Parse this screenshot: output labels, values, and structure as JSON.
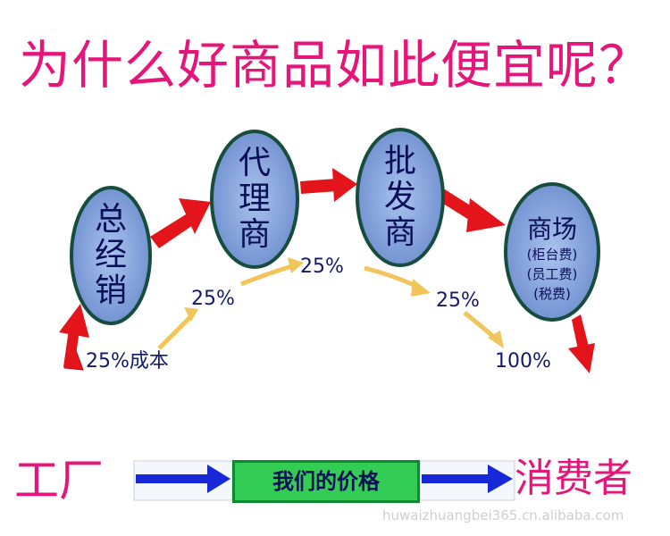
{
  "title": "为什么好商品如此便宜呢？",
  "nodes": {
    "general_distributor": {
      "lines": [
        "总",
        "经",
        "销"
      ]
    },
    "agent": {
      "lines": [
        "代",
        "理",
        "商"
      ]
    },
    "wholesaler": {
      "lines": [
        "批",
        "发",
        "商"
      ]
    },
    "mall": {
      "title": "商场",
      "lines": [
        "(柜台费)",
        "(员工费)",
        "(税费)"
      ]
    }
  },
  "percentages": {
    "cost": "25%成本",
    "to_agent": "25%",
    "to_wholesaler": "25%",
    "to_mall": "25%",
    "total": "100%"
  },
  "bottom": {
    "factory": "工厂",
    "our_price": "我们的价格",
    "consumer": "消费者"
  },
  "watermark": "huwaizhuangbei365.cn.alibaba.com",
  "colors": {
    "title": "#e6157a",
    "node_fill": "#7c9ed8",
    "node_border": "#164d3c",
    "red_arrow": "#e3151b",
    "yellow_arrow": "#f1c55a",
    "blue_arrow": "#1728d6",
    "green_box": "#33cc55"
  }
}
